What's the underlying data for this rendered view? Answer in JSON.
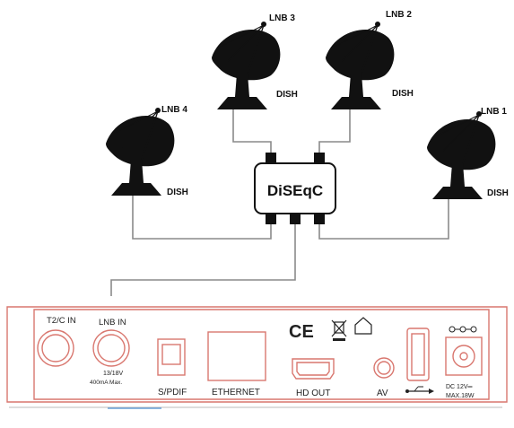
{
  "dishes": [
    {
      "id": "lnb3",
      "lnb_label": "LNB 3",
      "dish_label": "DISH"
    },
    {
      "id": "lnb2",
      "lnb_label": "LNB 2",
      "dish_label": "DISH"
    },
    {
      "id": "lnb4",
      "lnb_label": "LNB 4",
      "dish_label": "DISH"
    },
    {
      "id": "lnb1",
      "lnb_label": "LNB 1",
      "dish_label": "DISH"
    }
  ],
  "switch": {
    "label": "DiSEqC"
  },
  "receiver": {
    "t2c_in": "T2/C IN",
    "lnb_in": "LNB IN",
    "lnb_voltage": "13/18V",
    "lnb_current": "400mA Max.",
    "spdif": "S/PDIF",
    "ethernet": "ETHERNET",
    "hd_out": "HD OUT",
    "av": "AV",
    "ce_mark": "CE",
    "power_rating_1": "DC 12V═",
    "power_rating_2": "MAX.18W"
  }
}
